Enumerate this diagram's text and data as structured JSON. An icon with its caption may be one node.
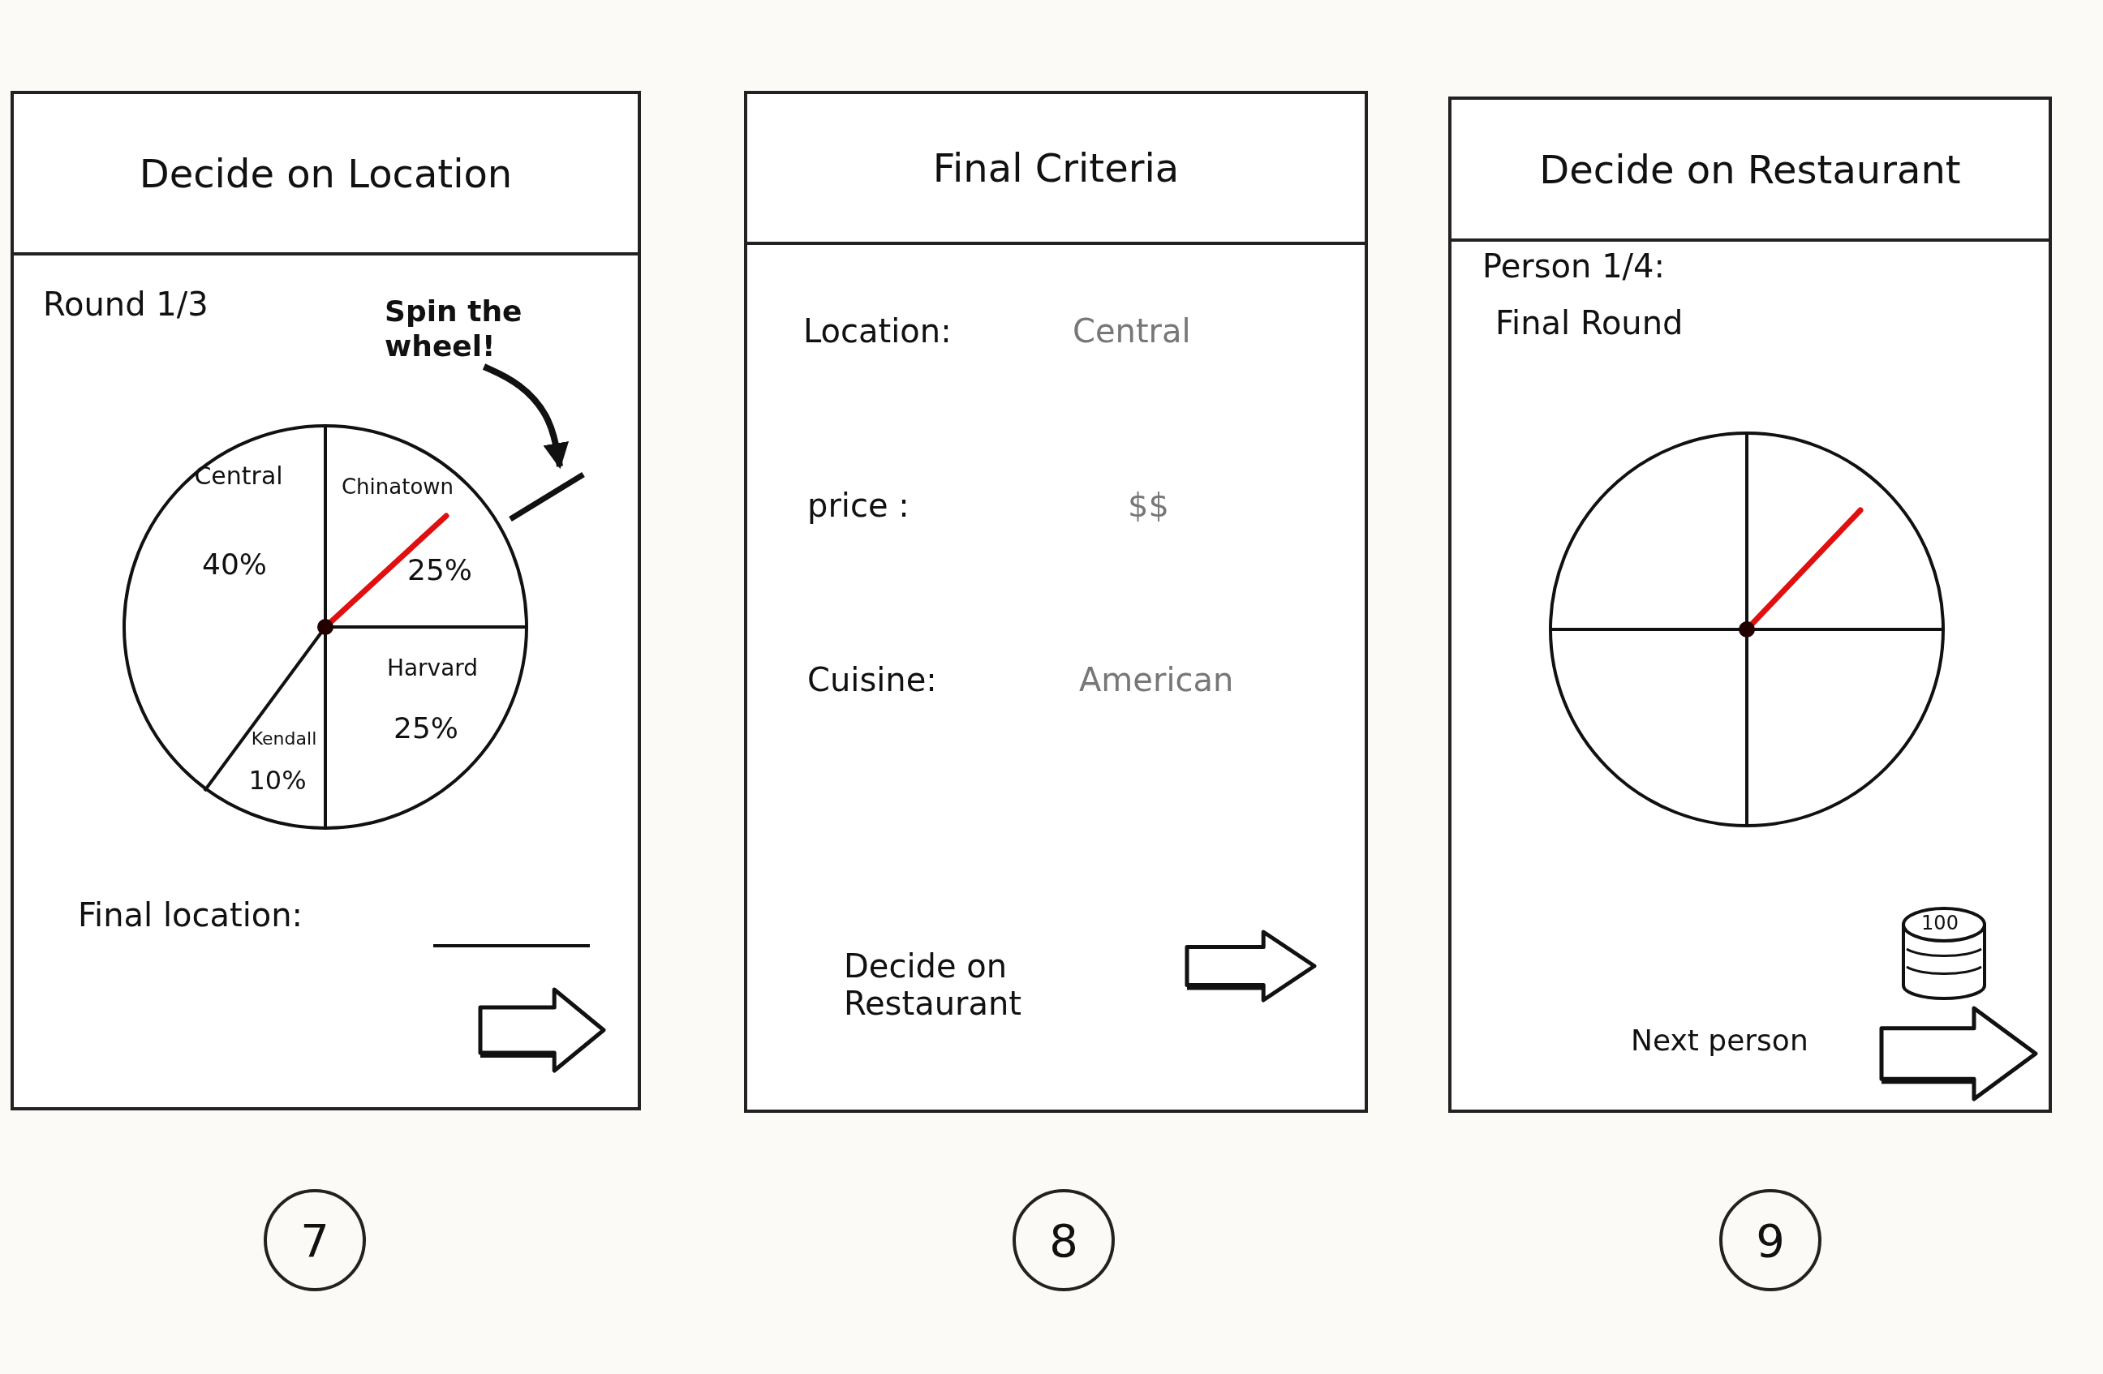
{
  "diagram": {
    "nodes": [
      {
        "text": [
          "Decide on Location"
        ]
      },
      {
        "text": [
          "Central",
          "40%",
          "Chinatown",
          "25%",
          "Harvard",
          "25%",
          "Kendall",
          "10%"
        ],
        "in": 0
      },
      {
        "text": [
          "Spin the wheel!"
        ],
        "in": 0
      },
      {
        "text": [],
        "shape": "bar",
        "in": 0
      },
      {
        "text": [
          "Final Criteria"
        ]
      },
      {
        "text": [
          "Decide on Restaurant"
        ]
      },
      {
        "text": [],
        "shape": "circle",
        "in": 5
      },
      {
        "text": [
          "7"
        ]
      },
      {
        "text": [
          "8"
        ]
      },
      {
        "text": [
          "9"
        ]
      }
    ],
    "edges": [
      {
        "from": 2,
        "to": 3,
        "arrow": "to"
      }
    ],
    "labels": [
      "Round 1/3",
      "Final location:",
      "Location:",
      "Central",
      "price :",
      "$$",
      "Cuisine:",
      "American",
      "Decide on Restaurant",
      "Person 1/4:",
      "Final Round",
      "100",
      "Next person"
    ]
  }
}
